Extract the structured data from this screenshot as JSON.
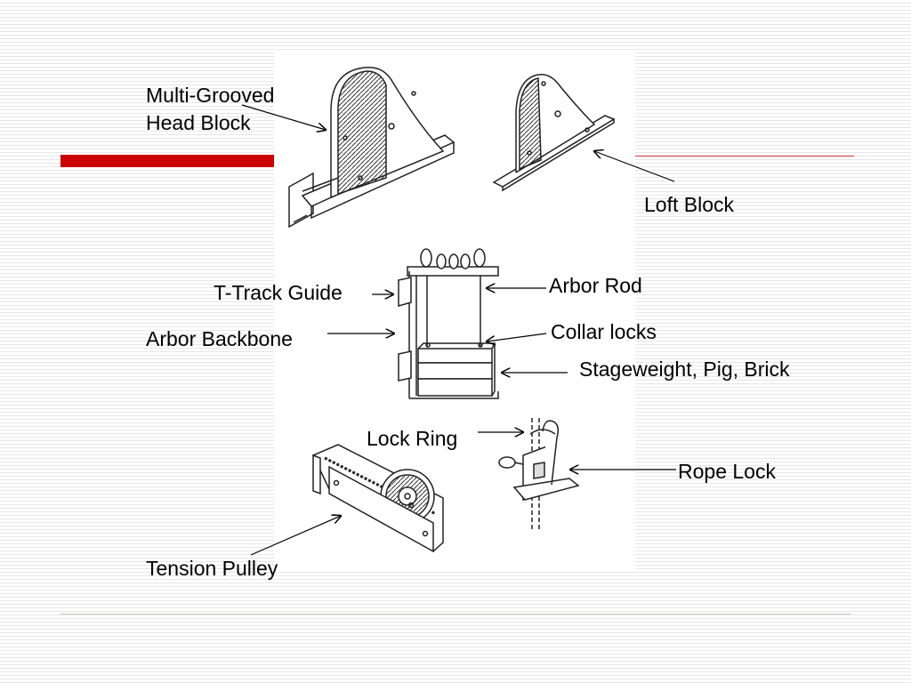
{
  "labels": {
    "multi_grooved_line1": "Multi-Grooved",
    "multi_grooved_line2": "Head Block",
    "loft_block": "Loft Block",
    "t_track_guide": "T-Track Guide",
    "arbor_rod": "Arbor Rod",
    "arbor_backbone": "Arbor Backbone",
    "collar_locks": "Collar locks",
    "stageweight": "Stageweight, Pig, Brick",
    "lock_ring": "Lock Ring",
    "rope_lock": "Rope Lock",
    "tension_pulley": "Tension Pulley"
  },
  "colors": {
    "accent_bar": "#cc0000",
    "line_stripes": "#e6e6e6"
  }
}
